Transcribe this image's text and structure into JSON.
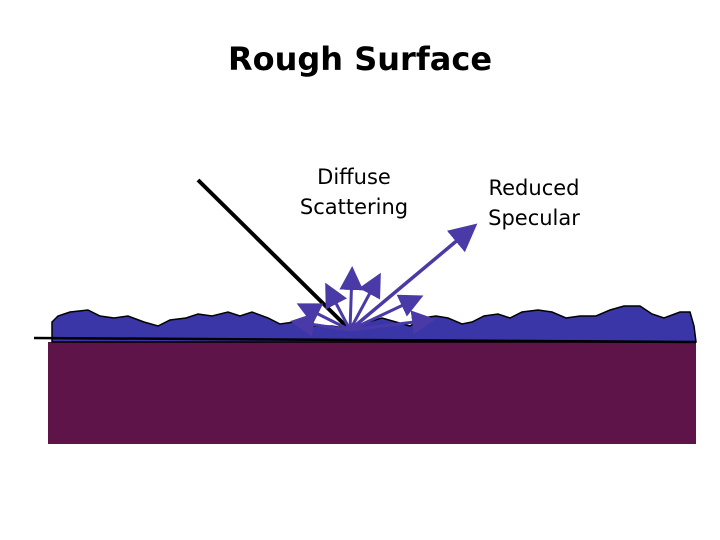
{
  "title": "Rough Surface",
  "labels": {
    "diffuse": [
      "Diffuse",
      "Scattering"
    ],
    "specular": [
      "Reduced",
      "Specular"
    ]
  },
  "colors": {
    "substrate": "#5e1448",
    "rough_layer": "#3a36a8",
    "outline": "#000000",
    "incident_ray": "#000000",
    "scatter_arrows": "#4a3aa8"
  }
}
